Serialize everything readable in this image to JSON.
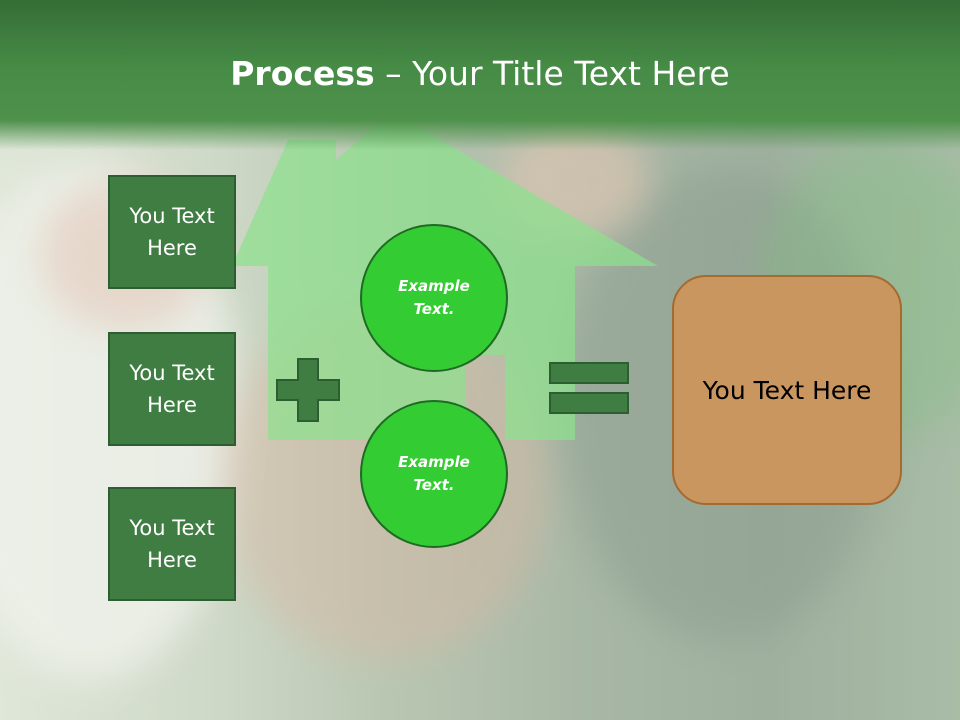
{
  "header": {
    "title_bold": "Process",
    "title_rest": " – Your Title Text Here"
  },
  "boxes": [
    {
      "line1": "You Text",
      "line2": "Here"
    },
    {
      "line1": "You Text",
      "line2": "Here"
    },
    {
      "line1": "You Text",
      "line2": "Here"
    }
  ],
  "circles": [
    {
      "line1": "Example",
      "line2": "Text."
    },
    {
      "line1": "Example",
      "line2": "Text."
    }
  ],
  "result": {
    "text": "You Text Here"
  },
  "colors": {
    "header": "#468b46",
    "box_fill": "#3f7d43",
    "circle_fill": "#33cc33",
    "operator": "#3f7d43",
    "result_fill": "#c9965f",
    "result_border": "#a56a2e"
  },
  "icons": {
    "plus": "plus-icon",
    "equals": "equals-icon"
  }
}
